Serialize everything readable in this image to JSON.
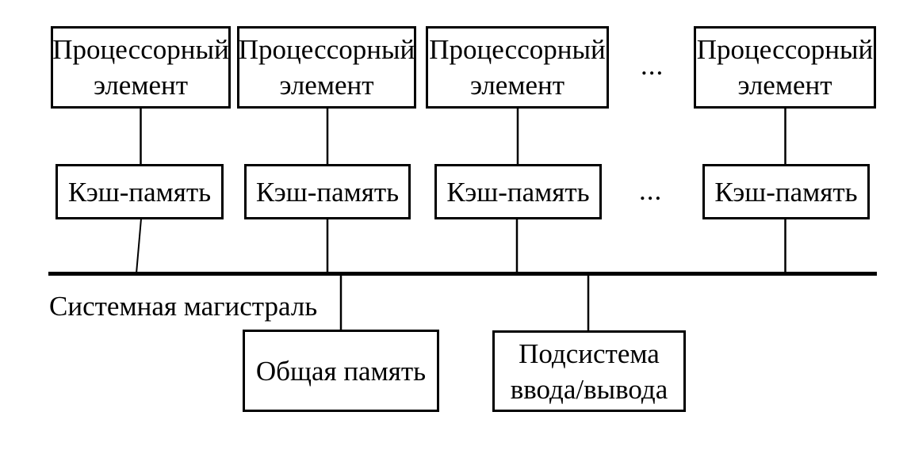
{
  "colors": {
    "line": "#000000",
    "background": "#ffffff"
  },
  "diagram": {
    "processors": [
      {
        "label": "Процессорный\nэлемент"
      },
      {
        "label": "Процессорный\nэлемент"
      },
      {
        "label": "Процессорный\nэлемент"
      },
      {
        "label": "Процессорный\nэлемент"
      }
    ],
    "processors_ellipsis": "...",
    "caches": [
      {
        "label": "Кэш-память"
      },
      {
        "label": "Кэш-память"
      },
      {
        "label": "Кэш-память"
      },
      {
        "label": "Кэш-память"
      }
    ],
    "caches_ellipsis": "...",
    "bus_label": "Системная магистраль",
    "shared_memory_label": "Общая память",
    "io_subsystem_label": "Подсистема\nввода/вывода"
  }
}
